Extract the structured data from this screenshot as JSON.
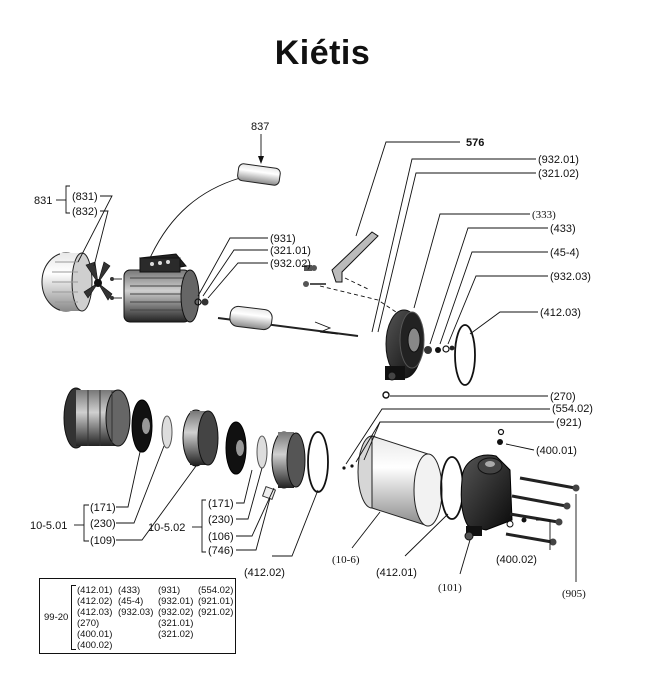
{
  "title": "Kiétis",
  "labels": {
    "l837": "837",
    "l576": "576",
    "l831": "831",
    "l831a": "(831)",
    "l832": "(832)",
    "l931": "(931)",
    "l321_01": "(321.01)",
    "l932_02": "(932.02)",
    "l932_01": "(932.01)",
    "l321_02": "(321.02)",
    "l333": "(333)",
    "l433": "(433)",
    "l45_4": "(45-4)",
    "l932_03": "(932.03)",
    "l412_03": "(412.03)",
    "l270": "(270)",
    "l554_02": "(554.02)",
    "l921": "(921)",
    "l400_01": "(400.01)",
    "l905": "(905)",
    "l400_02": "(400.02)",
    "l101": "(101)",
    "l412_01": "(412.01)",
    "l10_6": "(10-6)",
    "l412_02": "(412.02)",
    "g1_id": "10-5.01",
    "g1_171": "(171)",
    "g1_230": "(230)",
    "g1_109": "(109)",
    "g2_id": "10-5.02",
    "g2_171": "(171)",
    "g2_230": "(230)",
    "g2_106": "(106)",
    "g2_746": "(746)"
  },
  "kit": {
    "id": "99-20",
    "col1": [
      "(412.01)",
      "(412.02)",
      "(412.03)",
      "(270)",
      "(400.01)",
      "(400.02)"
    ],
    "col2": [
      "(433)",
      "(45-4)",
      "(932.03)"
    ],
    "col3": [
      "(931)",
      "(932.01)",
      "(932.02)",
      "(321.01)",
      "(321.02)"
    ],
    "col4": [
      "(554.02)",
      "(921.01)",
      "(921.02)"
    ]
  }
}
